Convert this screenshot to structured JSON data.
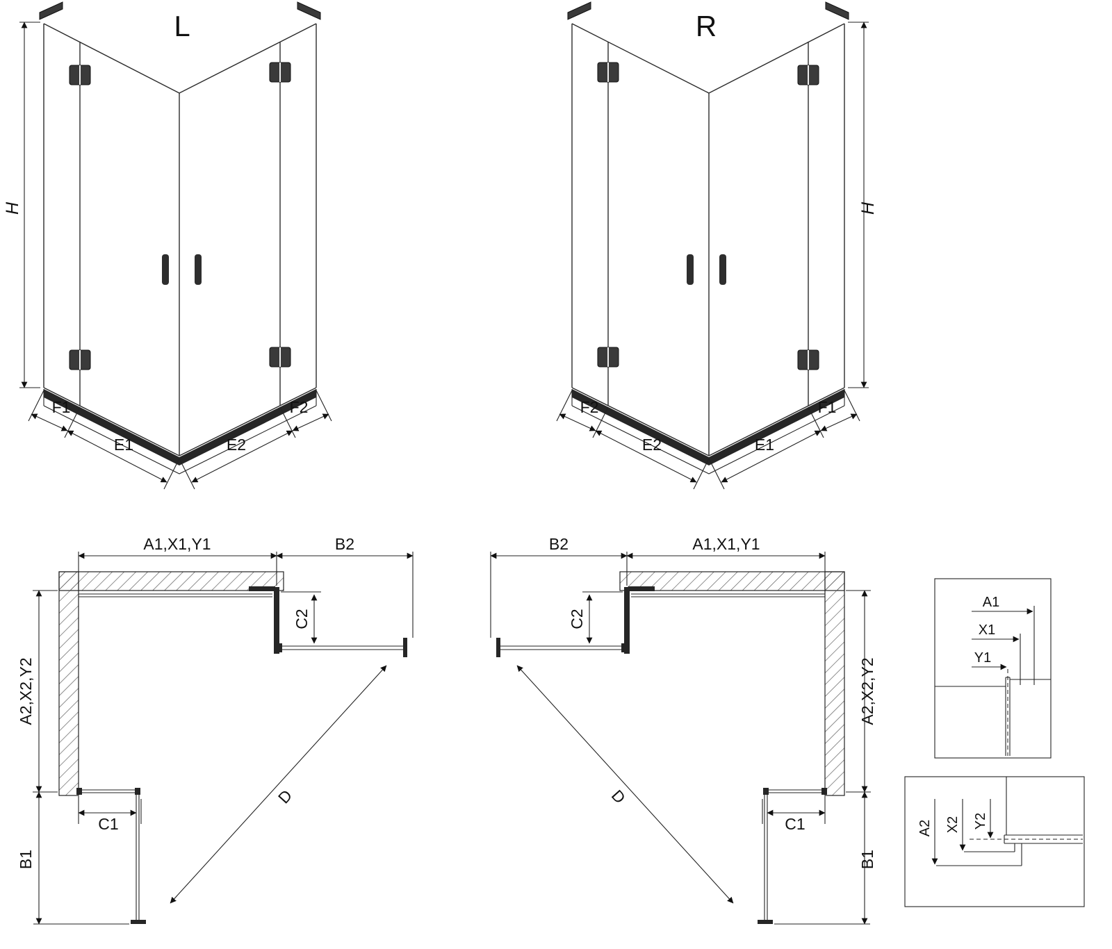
{
  "colors": {
    "line": "#1a1a1a",
    "profile_dark": "#262626",
    "background": "#ffffff"
  },
  "views": {
    "iso_left": {
      "label": "L",
      "dim_h": "H",
      "dim_f1": "F1",
      "dim_e1": "E1",
      "dim_e2": "E2",
      "dim_f2": "F2"
    },
    "iso_right": {
      "label": "R",
      "dim_h": "H",
      "dim_f1": "F1",
      "dim_e1": "E1",
      "dim_e2": "E2",
      "dim_f2": "F2"
    },
    "plan_left": {
      "dim_top": "A1,X1,Y1",
      "dim_b2": "B2",
      "dim_c2": "C2",
      "dim_side": "A2,X2,Y2",
      "dim_c1": "C1",
      "dim_b1": "B1",
      "dim_d": "D"
    },
    "plan_right": {
      "dim_top": "A1,X1,Y1",
      "dim_b2": "B2",
      "dim_c2": "C2",
      "dim_side": "A2,X2,Y2",
      "dim_c1": "C1",
      "dim_b1": "B1",
      "dim_d": "D"
    },
    "detail_top": {
      "dim_a1": "A1",
      "dim_x1": "X1",
      "dim_y1": "Y1"
    },
    "detail_bottom": {
      "dim_a2": "A2",
      "dim_x2": "X2",
      "dim_y2": "Y2"
    }
  }
}
